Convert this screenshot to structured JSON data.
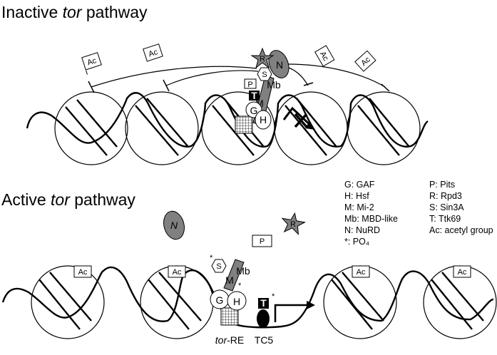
{
  "titles": {
    "inactive_pre": "Inactive ",
    "inactive_italic": "tor",
    "inactive_post": " pathway",
    "active_pre": "Active ",
    "active_italic": "tor",
    "active_post": " pathway"
  },
  "legend": [
    {
      "left": "G: GAF",
      "right": "P: Pits"
    },
    {
      "left": "H: Hsf",
      "right": "R: Rpd3"
    },
    {
      "left": "M: Mi-2",
      "right": "S: Sin3A"
    },
    {
      "left": "Mb: MBD-like",
      "right": "T: Ttk69"
    },
    {
      "left": "N: NuRD",
      "right": "Ac: acetyl group"
    }
  ],
  "legend_extra": "*: PO₄",
  "labels": {
    "acetyl": "Ac",
    "gaf": "G",
    "hsf": "H",
    "mi2": "M",
    "mbd": "Mb",
    "sin3a": "S",
    "pits": "P",
    "ttk69": "T",
    "nurd": "N",
    "rpd3": "R",
    "star": "*",
    "tor_re_italic": "tor",
    "tor_re_post": "-RE",
    "tc5": "TC5"
  },
  "colors": {
    "complex_gray": "#808080",
    "line": "#000000",
    "background": "#ffffff"
  }
}
